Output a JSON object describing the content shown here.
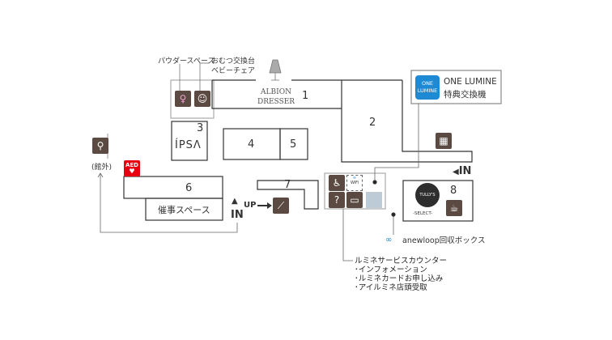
{
  "labels": {
    "powder": "パウダースペース",
    "diaper": "おむつ交換台",
    "baby_chair": "ベビーチェア",
    "bike_outside": "(館外)",
    "event_space": "催事スペース",
    "up": "UP",
    "in": "IN",
    "in_right": "IN",
    "anewloop": "anewloop回収ボックス"
  },
  "stores": {
    "s1": "1",
    "s2": "2",
    "s3": "3",
    "s4": "4",
    "s5": "5",
    "s6": "6",
    "s7": "7",
    "s8": "8"
  },
  "brands": {
    "albion_1": "ALBION",
    "albion_2": "DRESSER",
    "ipsa": "ÍPSΛ",
    "tullys": "TULLY'S",
    "tullys_select": "-SELECT-"
  },
  "one_lumine": {
    "logo_1": "ONE",
    "logo_2": "LUMINE",
    "title": "ONE LUMINE",
    "subtitle": "特典交換機"
  },
  "service": {
    "title": "ルミネサービスカウンター",
    "items": [
      "･インフォメーション",
      "･ルミネカードお申し込み",
      "･アイルミネ店頭受取"
    ]
  },
  "colors": {
    "icon": "#5a4a42",
    "aed": "#e60012",
    "one_lumine": "#1e8ad6",
    "line": "#333333"
  }
}
